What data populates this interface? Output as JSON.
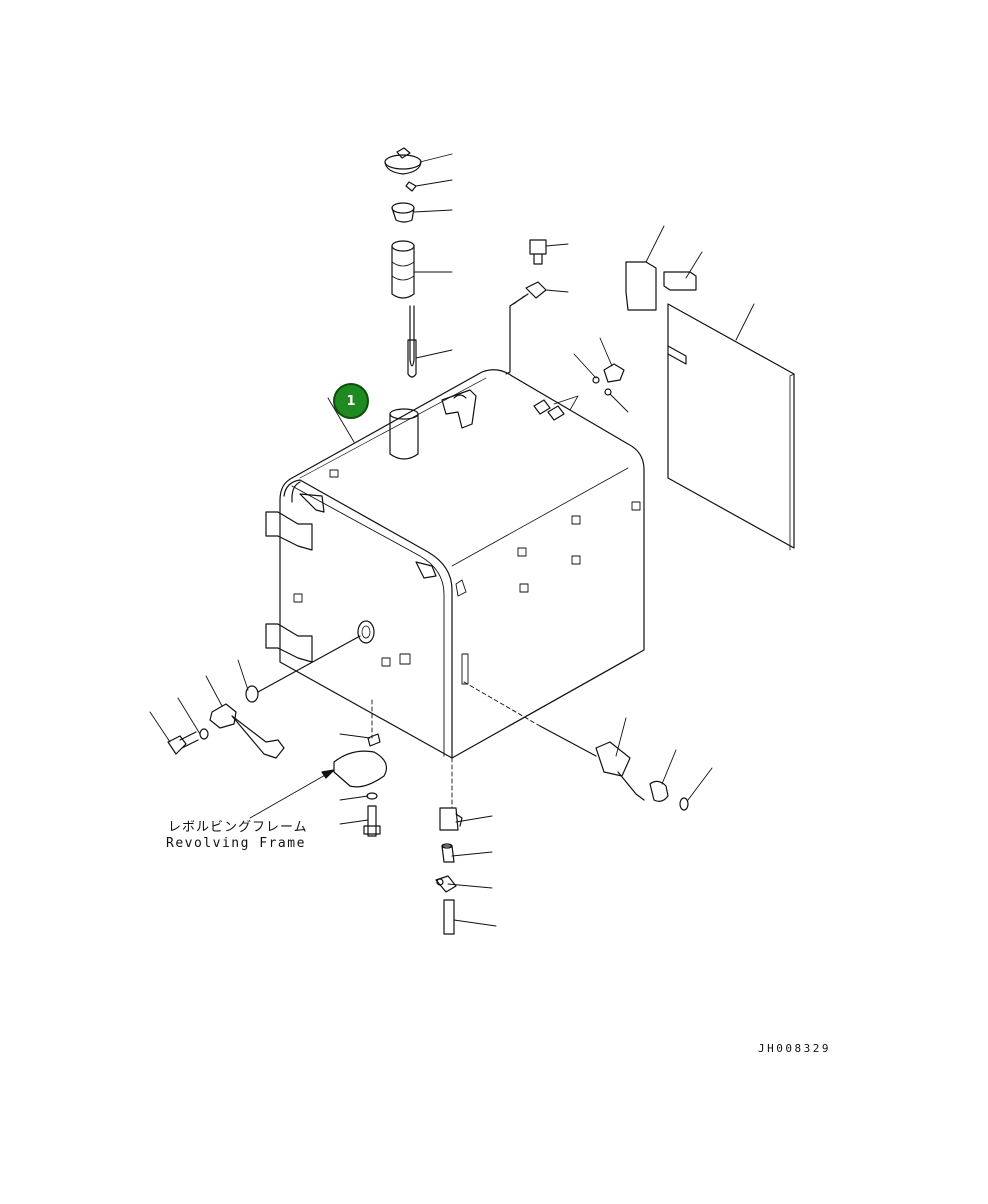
{
  "diagram": {
    "callout": {
      "number": "1",
      "color": "#1f8a1f"
    },
    "frame_label_jp": "レボルビングフレーム",
    "frame_label_en": "Revolving Frame",
    "drawing_number": "JH008329"
  }
}
